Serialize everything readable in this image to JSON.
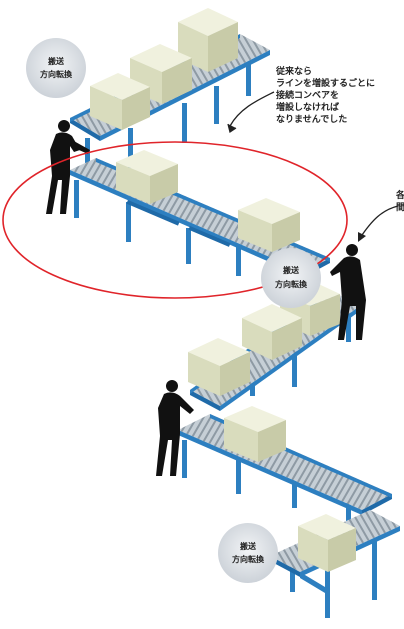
{
  "badges": {
    "top_line1": "搬送",
    "top_line2": "方向転換",
    "middle_line1": "搬送",
    "middle_line2": "方向転換",
    "bottom_line1": "搬送",
    "bottom_line2": "方向転換"
  },
  "callout": {
    "line1": "従来なら",
    "line2": "ラインを増設するごとに",
    "line3": "接続コンベアを",
    "line4": "増設しなければ",
    "line5": "なりませんでした"
  },
  "cut_callout": {
    "line1": "各",
    "line2": "間"
  },
  "colors": {
    "frame_blue": "#2d7fc0",
    "roller_grey": "#b9c4cc",
    "box_cream": "#e6e8cf",
    "ellipse_red": "#e0242a",
    "badge_bg": "#dfe3e8"
  }
}
